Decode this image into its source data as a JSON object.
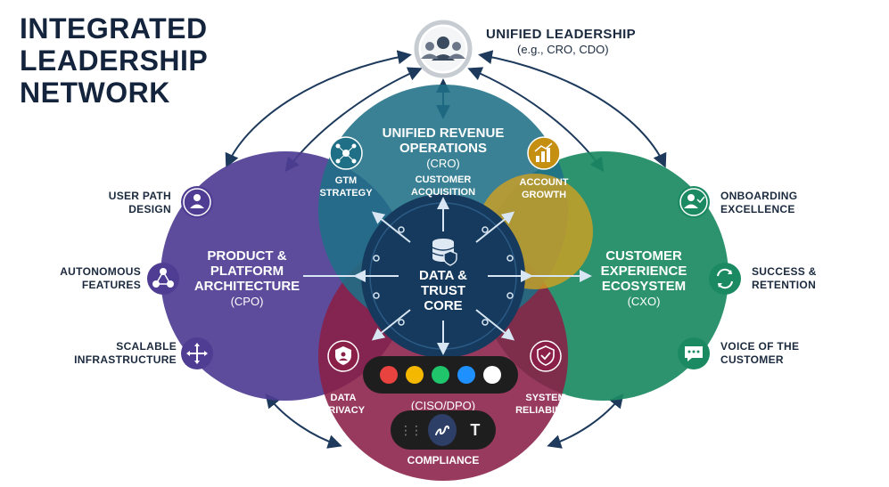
{
  "title": {
    "line1": "INTEGRATED",
    "line2": "LEADERSHIP",
    "line3": "NETWORK"
  },
  "leadership": {
    "title": "UNIFIED LEADERSHIP",
    "subtitle": "(e.g., CRO, CDO)"
  },
  "revenue": {
    "title_line1": "UNIFIED REVENUE",
    "title_line2": "OPERATIONS",
    "role": "(CRO)",
    "gtm_line1": "GTM",
    "gtm_line2": "STRATEGY",
    "acq_line1": "CUSTOMER",
    "acq_line2": "ACQUISITION",
    "growth_line1": "ACCOUNT",
    "growth_line2": "GROWTH"
  },
  "product": {
    "title_line1": "PRODUCT &",
    "title_line2": "PLATFORM",
    "title_line3": "ARCHITECTURE",
    "role": "(CPO)"
  },
  "cx": {
    "title_line1": "CUSTOMER",
    "title_line2": "EXPERIENCE",
    "title_line3": "ECOSYSTEM",
    "role": "(CXO)"
  },
  "security": {
    "role": "(CISO/DPO)",
    "privacy_line1": "DATA",
    "privacy_line2": "PRIVACY",
    "reliability_line1": "SYSTEM",
    "reliability_line2": "RELIABILITY",
    "compliance": "COMPLIANCE"
  },
  "core": {
    "line1": "DATA &",
    "line2": "TRUST",
    "line3": "CORE"
  },
  "left_items": [
    {
      "line1": "USER PATH",
      "line2": "DESIGN"
    },
    {
      "line1": "AUTONOMOUS",
      "line2": "FEATURES"
    },
    {
      "line1": "SCALABLE",
      "line2": "INFRASTRUCTURE"
    }
  ],
  "right_items": [
    {
      "line1": "ONBOARDING",
      "line2": "EXCELLENCE"
    },
    {
      "line1": "SUCCESS &",
      "line2": "RETENTION"
    },
    {
      "line1": "VOICE OF THE",
      "line2": "CUSTOMER"
    }
  ],
  "toolbar": {
    "colors": [
      "#e8433f",
      "#f5b800",
      "#1fc46b",
      "#1e90ff",
      "#ffffff"
    ],
    "text_tool": "T"
  },
  "palette": {
    "product": "#4e3d92",
    "revenue": "#1f6f86",
    "cx": "#1b8a63",
    "security": "#8a1f47",
    "growth": "#d6a21f",
    "core": "#163a5e",
    "text_dark": "#14243d"
  }
}
